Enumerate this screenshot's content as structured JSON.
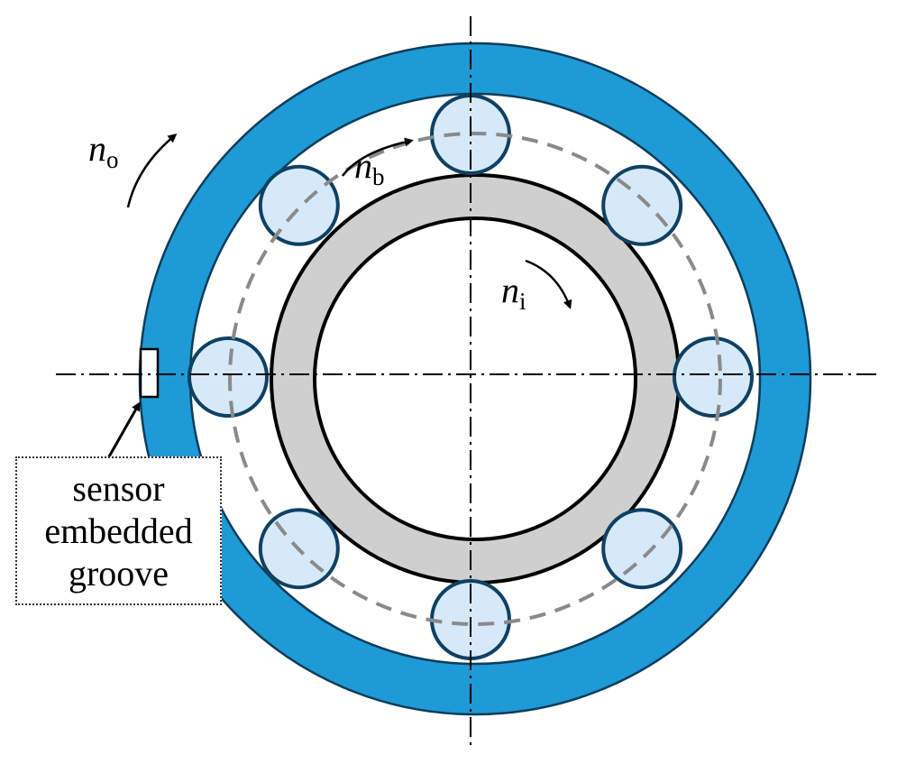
{
  "colors": {
    "outer_ring": "#1e9ad6",
    "ring_outline": "#0d3d5a",
    "inner_ring_fill": "#cfcfcf",
    "ball_fill": "#d6e9f8",
    "ball_stroke": "#0e4163",
    "pitch_circle": "#8a8a8a",
    "centerline": "#000000"
  },
  "labels": {
    "outer_speed": {
      "var": "n",
      "sub": "o"
    },
    "ball_speed": {
      "var": "n",
      "sub": "b"
    },
    "inner_speed": {
      "var": "n",
      "sub": "i"
    }
  },
  "callout": {
    "lines": [
      "sensor",
      "embedded",
      "groove"
    ]
  },
  "balls": {
    "count": 8
  }
}
